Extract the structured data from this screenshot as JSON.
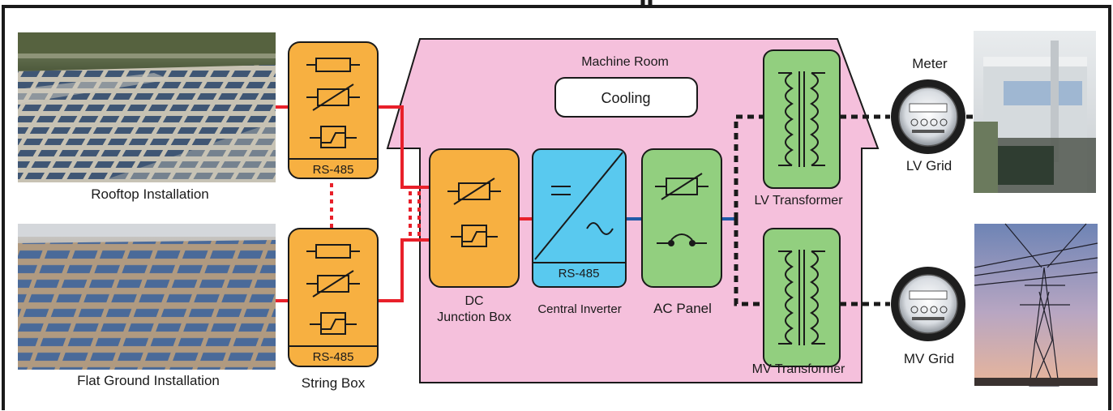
{
  "labels": {
    "machine_room": "Machine Room",
    "cooling": "Cooling",
    "meter": "Meter",
    "lv_grid": "LV Grid",
    "mv_grid": "MV Grid",
    "lv_transformer": "LV Transformer",
    "mv_transformer": "MV Transformer",
    "dc_junction_line1": "DC",
    "dc_junction_line2": "Junction Box",
    "central_inverter": "Central Inverter",
    "ac_panel": "AC Panel",
    "rs485_string_top": "RS-485",
    "rs485_string_bottom": "RS-485",
    "rs485_inverter": "RS-485",
    "rooftop_installation": "Rooftop Installation",
    "flat_ground_installation": "Flat Ground Installation",
    "string_box": "String Box"
  },
  "colors": {
    "component_orange": "#f7b041",
    "inverter_blue": "#59c9ef",
    "transformer_green": "#92cf7f",
    "room_pink": "#f5c0dc",
    "dc_line_red": "#e8202a",
    "ac_line_blue": "#1f5aa8",
    "grid_line_black": "#1a1a1a"
  }
}
